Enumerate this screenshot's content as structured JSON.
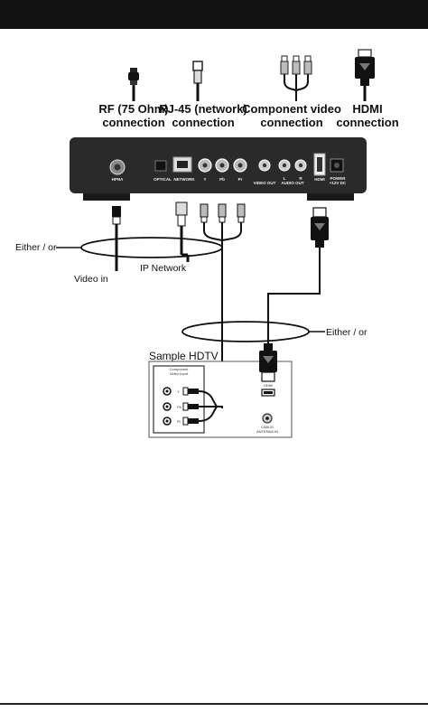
{
  "labels": {
    "rf": [
      "RF (75 Ohm)",
      "connection"
    ],
    "rj45": [
      "RJ-45 (network)",
      "connection"
    ],
    "component": [
      "Component video",
      "connection"
    ],
    "hdmi": [
      "HDMI",
      "connection"
    ],
    "either_top": "Either / or",
    "either_right": "Either / or",
    "ip_network": "IP Network",
    "video_in": "Video in",
    "sample_hdtv": "Sample HDTV"
  },
  "device_ports": {
    "hpna": "HPNA",
    "optical": "OPTICAL",
    "network": "NETWORK",
    "y": "Y",
    "pb": "Pb",
    "pr": "Pr",
    "video_out": "VIDEO OUT",
    "l": "L",
    "r": "R",
    "audio_out": "AUDIO OUT",
    "hdmi": "HDMI",
    "power": [
      "POWER",
      "+12V DC"
    ]
  },
  "tv_ports": {
    "component_title": [
      "Component",
      "Video Input"
    ],
    "y": "Y",
    "pb": "Pb",
    "pr": "Pr",
    "hdmi": "HDMI",
    "cable": [
      "CABLE/",
      "ANTENNA IN"
    ]
  }
}
